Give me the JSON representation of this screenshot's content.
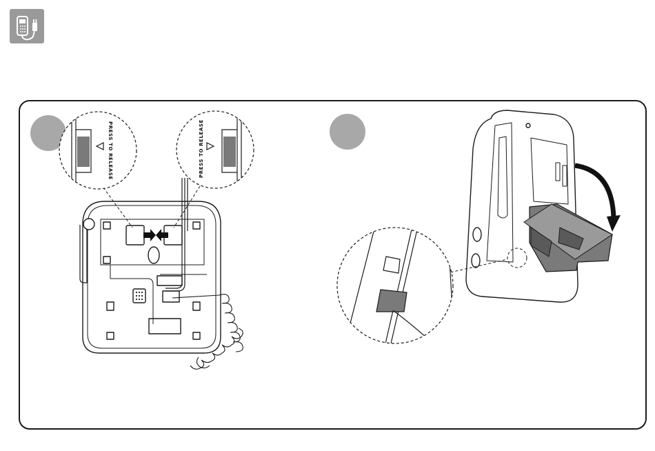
{
  "header": {
    "icon": "phone-charger-icon",
    "icon_bg": "#9a9a9a"
  },
  "callouts": {
    "left": "PRESS  TO  RELEASE",
    "right": "PRESS  TO  RELEASE"
  },
  "steps": [
    {
      "icon": "step-badge",
      "color": "#a8a8a8"
    },
    {
      "icon": "step-badge",
      "color": "#a8a8a8"
    }
  ],
  "colors": {
    "line": "#1a1a1a",
    "bracket_fill": "#7a7a7a",
    "arrow_fill": "#111111"
  }
}
